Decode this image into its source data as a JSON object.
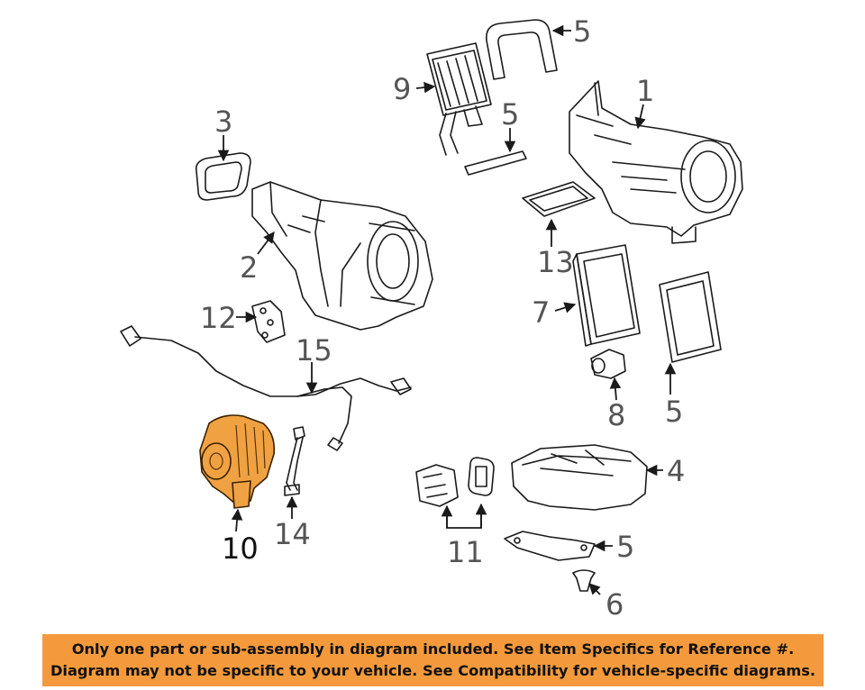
{
  "callouts": {
    "c1": "1",
    "c2": "2",
    "c3": "3",
    "c4": "4",
    "c5a": "5",
    "c5b": "5",
    "c5c": "5",
    "c5d": "5",
    "c6": "6",
    "c7": "7",
    "c8": "8",
    "c9": "9",
    "c10": "10",
    "c11": "11",
    "c12": "12",
    "c13": "13",
    "c14": "14",
    "c15": "15"
  },
  "highlighted_part": "10",
  "colors": {
    "highlight": "#f0a243",
    "banner": "#f49a3c"
  },
  "footer": {
    "line1": "Only one part or sub-assembly in diagram included. See Item Specifics for Reference #.",
    "line2": "Diagram may not be specific to your vehicle. See Compatibility for vehicle-specific diagrams."
  }
}
